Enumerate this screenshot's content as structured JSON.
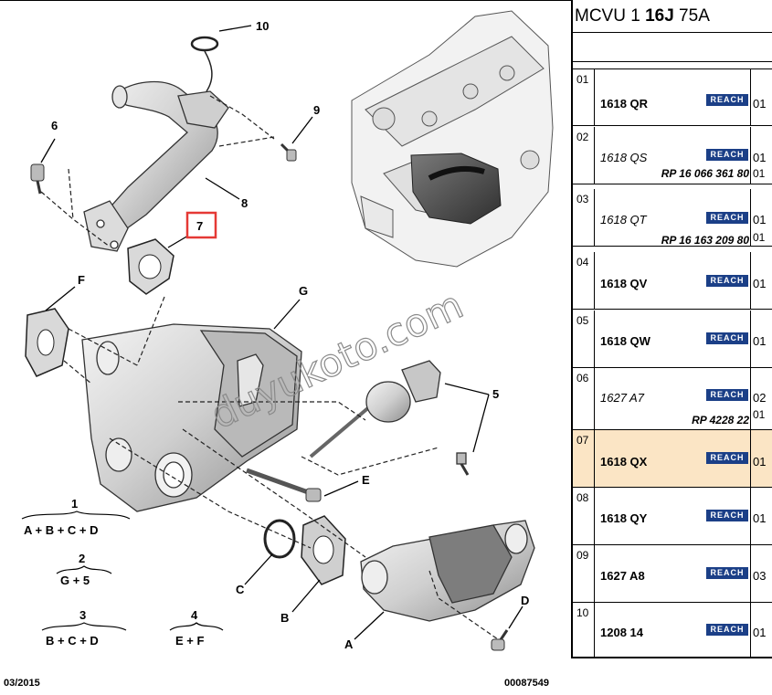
{
  "diagram": {
    "callouts": {
      "c10": "10",
      "c9": "9",
      "c8": "8",
      "c7": "7",
      "c6": "6",
      "cF": "F",
      "cG": "G",
      "c5": "5",
      "cE": "E",
      "cC": "C",
      "cB": "B",
      "cA": "A",
      "cD": "D"
    },
    "formulas": [
      {
        "number": "1",
        "expression": "A + B + C + D"
      },
      {
        "number": "2",
        "expression": "G + 5"
      },
      {
        "number": "3",
        "expression": "B + C + D"
      },
      {
        "number": "4",
        "expression": "E + F"
      }
    ],
    "watermark": "duyukoto.com",
    "footer_date": "03/2015",
    "footer_code": "00087549",
    "highlight_color": "#e53935"
  },
  "panel": {
    "model_prefix": "MCVU 1 ",
    "model_bold": "16J",
    "model_suffix": " 75A",
    "badge_color": "#1b3f87",
    "selected_color": "#fbe5c5",
    "rows": [
      {
        "index": "01",
        "ref": "1618 QR",
        "badge": "REACH",
        "qty": "01"
      },
      {
        "index": "02",
        "ref": "1618 QS",
        "badge": "REACH",
        "qty": "01",
        "replaced_by": "RP 16 066 361 80",
        "qty2": "01"
      },
      {
        "index": "03",
        "ref": "1618 QT",
        "badge": "REACH",
        "qty": "01",
        "replaced_by": "RP 16 163 209 80",
        "qty2": "01"
      },
      {
        "index": "04",
        "ref": "1618 QV",
        "badge": "REACH",
        "qty": "01"
      },
      {
        "index": "05",
        "ref": "1618 QW",
        "badge": "REACH",
        "qty": "01"
      },
      {
        "index": "06",
        "ref": "1627 A7",
        "badge": "REACH",
        "qty": "02",
        "replaced_by": "RP 4228 22",
        "qty2": "01"
      },
      {
        "index": "07",
        "ref": "1618 QX",
        "badge": "REACH",
        "qty": "01",
        "selected": true
      },
      {
        "index": "08",
        "ref": "1618 QY",
        "badge": "REACH",
        "qty": "01"
      },
      {
        "index": "09",
        "ref": "1627 A8",
        "badge": "REACH",
        "qty": "03"
      },
      {
        "index": "10",
        "ref": "1208 14",
        "badge": "REACH",
        "qty": "01"
      }
    ]
  }
}
